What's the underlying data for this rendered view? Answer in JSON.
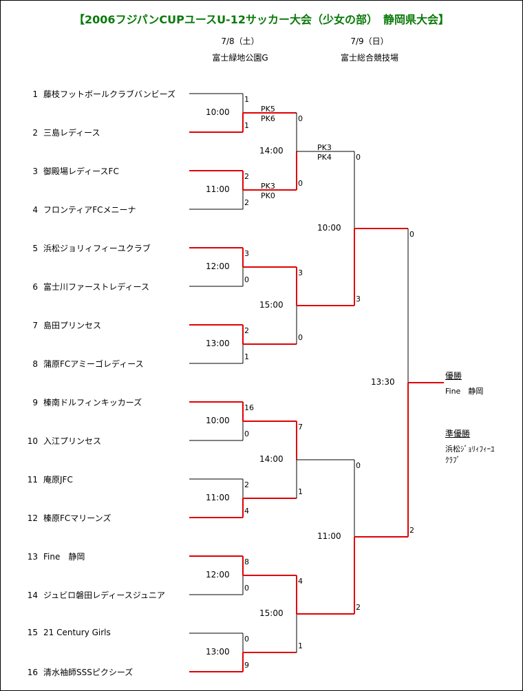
{
  "title": "【2006フジパンCUPユースU-12サッカー大会（少女の部）　静岡県大会】",
  "headers": [
    {
      "date": "7/8（土）",
      "venue": "富士緑地公園G"
    },
    {
      "date": "7/9（日）",
      "venue": "富士総合競技場"
    }
  ],
  "teams": [
    {
      "num": "1",
      "name": "藤枝フットボールクラブバンビーズ"
    },
    {
      "num": "2",
      "name": "三島レディース"
    },
    {
      "num": "3",
      "name": "御殿場レディースFC"
    },
    {
      "num": "4",
      "name": "フロンティアFCメニーナ"
    },
    {
      "num": "5",
      "name": "浜松ジョリィフィーユクラブ"
    },
    {
      "num": "6",
      "name": "富士川ファーストレディース"
    },
    {
      "num": "7",
      "name": "島田プリンセス"
    },
    {
      "num": "8",
      "name": "蒲原FCアミーゴレディース"
    },
    {
      "num": "9",
      "name": "榛南ドルフィンキッカーズ"
    },
    {
      "num": "10",
      "name": "入江プリンセス"
    },
    {
      "num": "11",
      "name": "庵原JFC"
    },
    {
      "num": "12",
      "name": "榛原FCマリーンズ"
    },
    {
      "num": "13",
      "name": "Fine　静岡"
    },
    {
      "num": "14",
      "name": "ジュビロ磐田レディースジュニア"
    },
    {
      "num": "15",
      "name": "21 Century Girls"
    },
    {
      "num": "16",
      "name": "清水袖師SSSピクシーズ"
    }
  ],
  "round1": [
    {
      "time": "10:00",
      "scores": [
        "1",
        "1"
      ],
      "winner": 1,
      "pk": [
        "PK5",
        "PK6"
      ]
    },
    {
      "time": "11:00",
      "scores": [
        "2",
        "2"
      ],
      "winner": 0,
      "pk": [
        "PK3",
        "PK0"
      ]
    },
    {
      "time": "12:00",
      "scores": [
        "3",
        "0"
      ],
      "winner": 0
    },
    {
      "time": "13:00",
      "scores": [
        "2",
        "1"
      ],
      "winner": 0
    },
    {
      "time": "10:00",
      "scores": [
        "16",
        "0"
      ],
      "winner": 0
    },
    {
      "time": "11:00",
      "scores": [
        "2",
        "4"
      ],
      "winner": 1
    },
    {
      "time": "12:00",
      "scores": [
        "8",
        "0"
      ],
      "winner": 0
    },
    {
      "time": "13:00",
      "scores": [
        "0",
        "9"
      ],
      "winner": 1
    }
  ],
  "round2": [
    {
      "time": "14:00",
      "scores": [
        "0",
        "0"
      ],
      "winner": 1,
      "pk": [
        "PK3",
        "PK4"
      ]
    },
    {
      "time": "15:00",
      "scores": [
        "3",
        "0"
      ],
      "winner": 0
    },
    {
      "time": "14:00",
      "scores": [
        "7",
        "1"
      ],
      "winner": 0
    },
    {
      "time": "15:00",
      "scores": [
        "4",
        "1"
      ],
      "winner": 0
    }
  ],
  "round3": [
    {
      "time": "10:00",
      "scores": [
        "0",
        "3"
      ],
      "winner": 1
    },
    {
      "time": "11:00",
      "scores": [
        "0",
        "2"
      ],
      "winner": 1
    }
  ],
  "final": {
    "time": "13:30",
    "scores": [
      "0",
      "2"
    ],
    "winner": 1
  },
  "results": {
    "champion_label": "優勝",
    "champion": "Fine　静岡",
    "runnerup_label": "準優勝",
    "runnerup_line1": "浜松ｼﾞｮﾘｨﾌｨｰﾕ",
    "runnerup_line2": "ｸﾗﾌﾞ"
  },
  "colors": {
    "win": "#e00000",
    "line": "#000000",
    "title": "#0a7a0a"
  }
}
